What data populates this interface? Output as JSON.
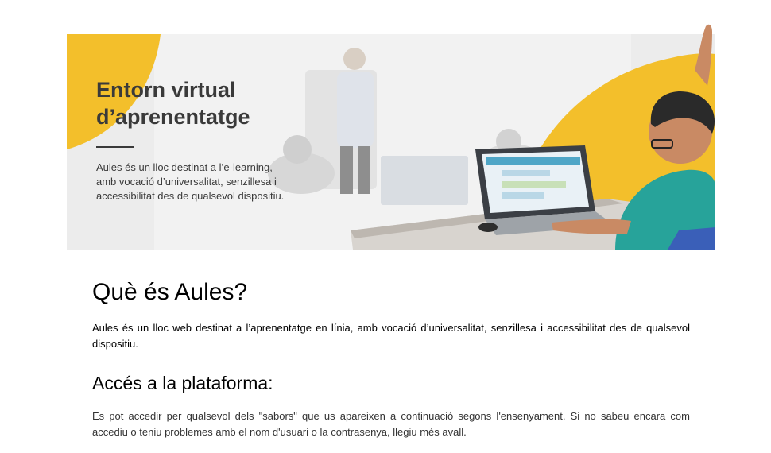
{
  "banner": {
    "title": "Entorn virtual\nd’aprenentatge",
    "description": "Aules és un lloc destinat a l’e-learning,\namb vocació d’universalitat, senzillesa i\naccessibilitat des de qualsevol dispositiu.",
    "colors": {
      "accent_yellow": "#f3bf2b",
      "background": "#ececec",
      "shirt_teal": "#27a39a"
    }
  },
  "main": {
    "heading": "Què és Aules?",
    "intro": "Aules és un lloc web destinat a l’aprenentatge en línia,  amb vocació d’universalitat, senzillesa i accessibilitat des de qualsevol dispositiu.",
    "access_heading": "Accés a la plataforma:",
    "access_text": "Es pot accedir per qualsevol dels \"sabors\" que us apareixen a continuació segons l'ensenyament. Si no sabeu encara com accediu o teniu problemes amb el nom d'usuari o la contrasenya, llegiu més avall."
  }
}
